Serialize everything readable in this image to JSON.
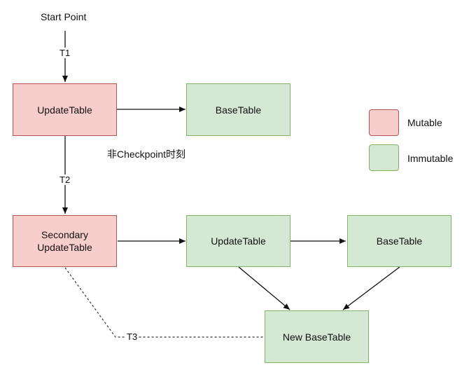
{
  "start_label": "Start Point",
  "nodes": {
    "update_table_1": "UpdateTable",
    "base_table_1": "BaseTable",
    "secondary_update_table": "Secondary\nUpdateTable",
    "update_table_2": "UpdateTable",
    "base_table_2": "BaseTable",
    "new_base_table": "New BaseTable"
  },
  "edge_labels": {
    "t1": "T1",
    "t2": "T2",
    "t3": "T3"
  },
  "annotation": "非Checkpoint时刻",
  "legend": {
    "mutable": "Mutable",
    "immutable": "Immutable"
  },
  "colors": {
    "mutable_fill": "#f8cecc",
    "mutable_stroke": "#b85450",
    "immutable_fill": "#d5e8d4",
    "immutable_stroke": "#82b366"
  }
}
